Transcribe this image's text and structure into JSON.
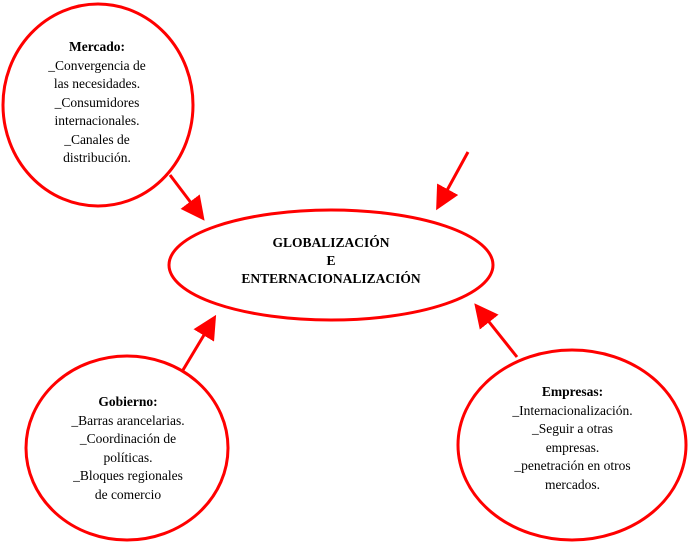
{
  "center": {
    "lines": [
      "GLOBALIZACIÓN",
      "E",
      "ENTERNACIONALIZACIÓN"
    ]
  },
  "mercado": {
    "title": "Mercado:",
    "lines": [
      "_Convergencia de",
      "las necesidades.",
      "_Consumidores",
      "internacionales.",
      "_Canales de",
      "distribución."
    ]
  },
  "gobierno": {
    "title": "Gobierno:",
    "lines": [
      "_Barras arancelarias.",
      "_Coordinación de",
      "políticas.",
      "_Bloques regionales",
      "de comercio"
    ]
  },
  "empresas": {
    "title": "Empresas:",
    "lines": [
      "_Internacionalización.",
      "_Seguir a otras",
      "empresas.",
      "_penetración en otros",
      "mercados."
    ]
  },
  "colors": {
    "stroke": "#ff0000",
    "text": "#000000",
    "background": "#ffffff"
  }
}
